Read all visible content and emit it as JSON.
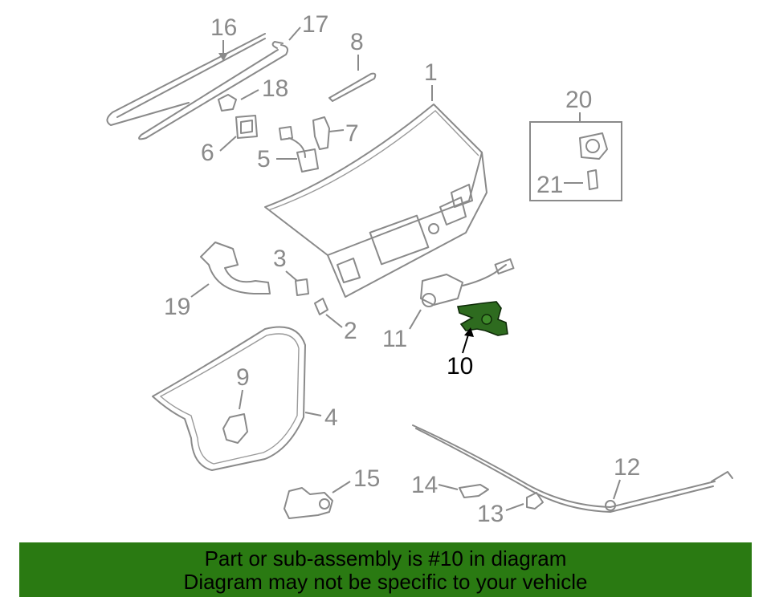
{
  "labels": {
    "p1": "1",
    "p2": "2",
    "p3": "3",
    "p4": "4",
    "p5": "5",
    "p6": "6",
    "p7": "7",
    "p8": "8",
    "p9": "9",
    "p10": "10",
    "p11": "11",
    "p12": "12",
    "p13": "13",
    "p14": "14",
    "p15": "15",
    "p16": "16",
    "p17": "17",
    "p18": "18",
    "p19": "19",
    "p20": "20",
    "p21": "21"
  },
  "highlighted_part": "10",
  "colors": {
    "line_art": "#8a8a8a",
    "highlight_part": "#2e6b1f",
    "banner_bg": "#2a7a12",
    "banner_text": "#000000"
  },
  "banner": {
    "line1": "Part or sub-assembly is #10 in diagram",
    "line2": "Diagram may not be specific to your vehicle"
  }
}
